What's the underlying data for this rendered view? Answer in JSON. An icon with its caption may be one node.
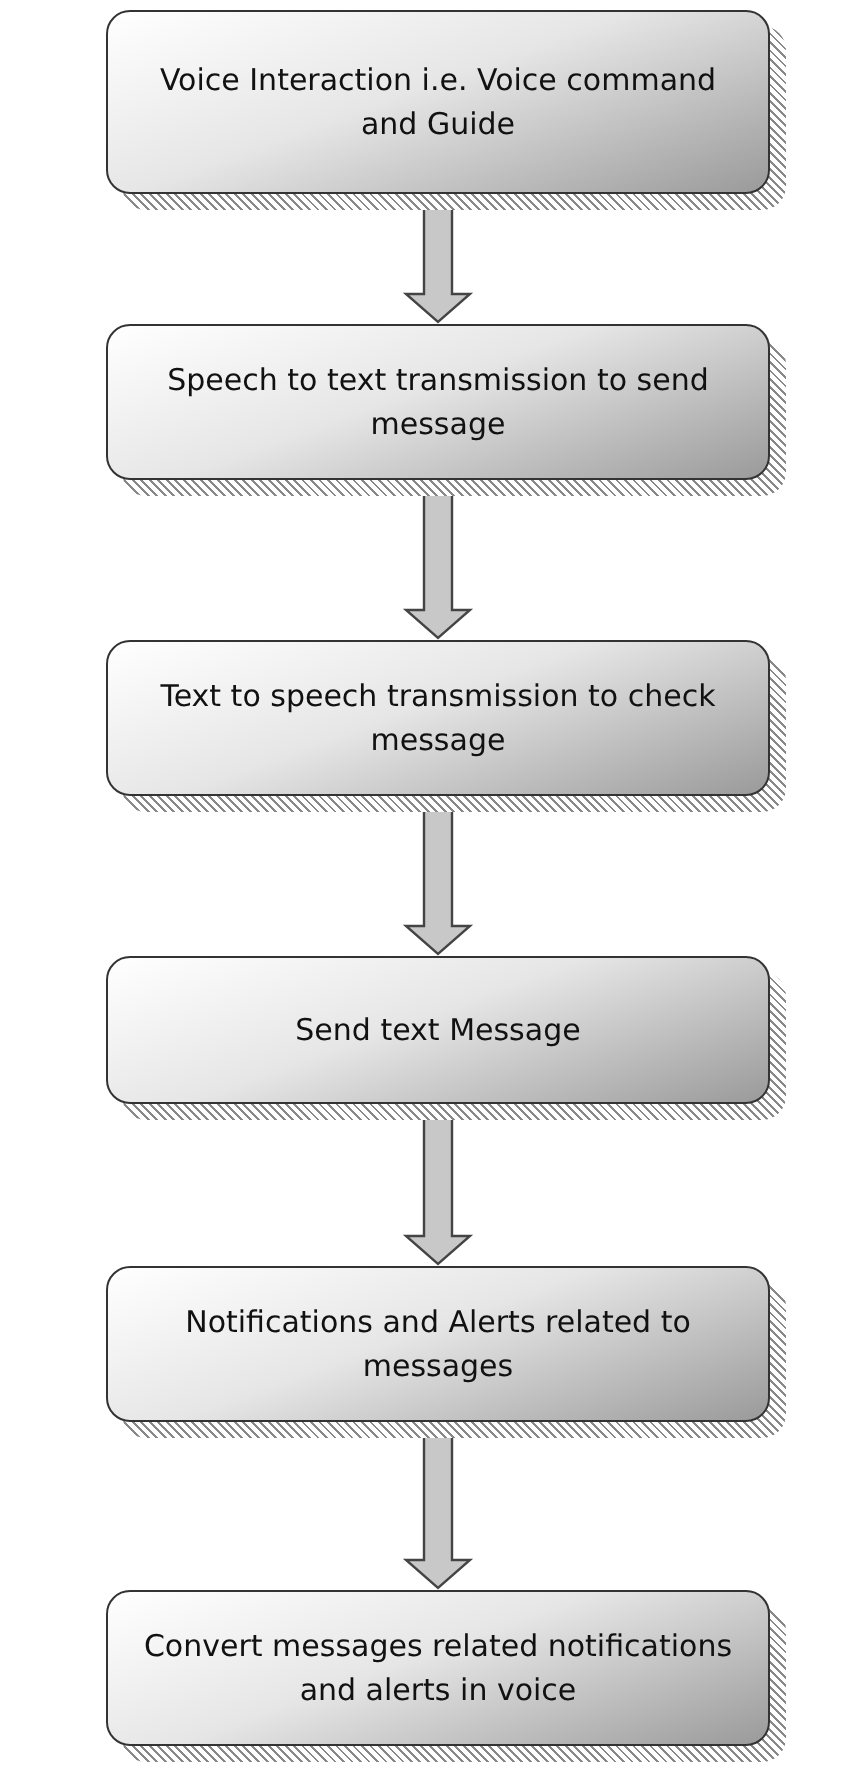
{
  "diagram": {
    "nodes": [
      {
        "text": [
          "Voice Interaction i.e. Voice command and Guide"
        ]
      },
      {
        "text": [
          "Speech to text transmission to send message"
        ]
      },
      {
        "text": [
          "Text to speech transmission to check  message"
        ]
      },
      {
        "text": [
          "Send text Message"
        ]
      },
      {
        "text": [
          "Notifications and Alerts related to messages"
        ]
      },
      {
        "text": [
          "Convert messages related notifications and alerts in voice"
        ]
      }
    ],
    "edges": [
      {
        "from": 0,
        "to": 1,
        "arrow": "to"
      },
      {
        "from": 1,
        "to": 2,
        "arrow": "to"
      },
      {
        "from": 2,
        "to": 3,
        "arrow": "to"
      },
      {
        "from": 3,
        "to": 4,
        "arrow": "to"
      },
      {
        "from": 4,
        "to": 5,
        "arrow": "to"
      }
    ]
  }
}
